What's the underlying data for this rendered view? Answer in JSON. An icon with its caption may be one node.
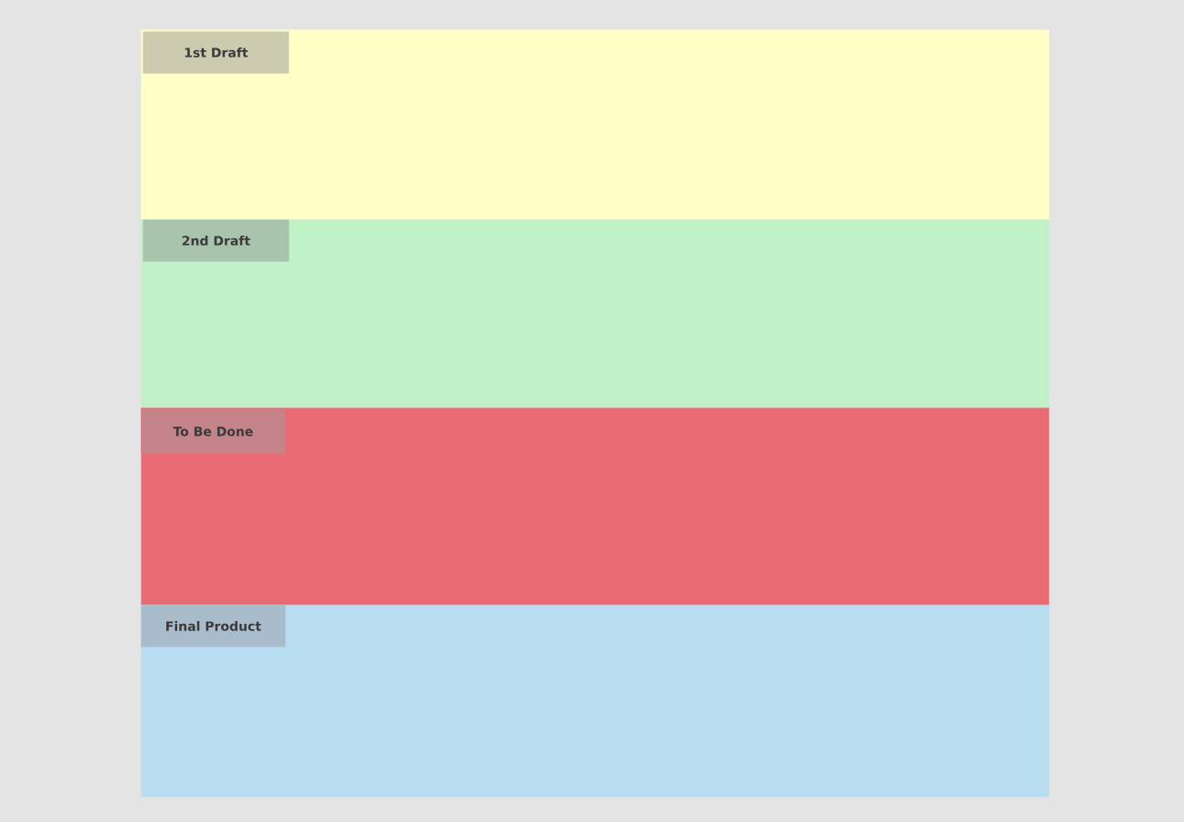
{
  "diagram": {
    "nodes": [
      {
        "text": [
          "1st Draft"
        ]
      },
      {
        "text": [
          "2nd Draft"
        ]
      },
      {
        "text": [
          "To Be Done"
        ]
      },
      {
        "text": [
          "Final Product"
        ]
      }
    ]
  }
}
